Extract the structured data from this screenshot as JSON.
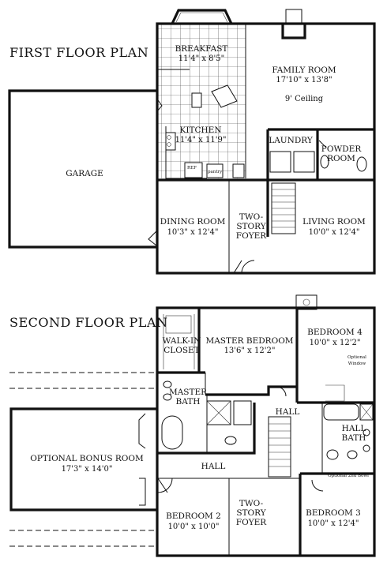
{
  "first_floor": {
    "title": "FIRST FLOOR PLAN",
    "breakfast": {
      "name": "BREAKFAST",
      "dims": "11'4\" x 8'5\""
    },
    "family_room": {
      "name": "FAMILY ROOM",
      "dims": "17'10\" x 13'8\"",
      "note": "9' Ceiling"
    },
    "kitchen": {
      "name": "KITCHEN",
      "dims": "11'4\" x 11'9\""
    },
    "laundry": {
      "name": "LAUNDRY"
    },
    "powder_room": {
      "name_line1": "POWDER",
      "name_line2": "ROOM"
    },
    "garage": {
      "name": "GARAGE"
    },
    "dining_room": {
      "name": "DINING ROOM",
      "dims": "10'3\" x 12'4\""
    },
    "foyer": {
      "line1": "TWO-",
      "line2": "STORY",
      "line3": "FOYER"
    },
    "living_room": {
      "name": "LIVING ROOM",
      "dims": "10'0\" x 12'4\""
    },
    "fixtures": {
      "ref": "REF",
      "pantry": "pantry"
    }
  },
  "second_floor": {
    "title": "SECOND FLOOR PLAN",
    "walk_in_closet": {
      "line1": "WALK-IN",
      "line2": "CLOSET"
    },
    "master_bedroom": {
      "name": "MASTER BEDROOM",
      "dims": "13'6\" x 12'2\""
    },
    "bedroom4": {
      "name": "BEDROOM 4",
      "dims": "10'0\" x 12'2\""
    },
    "optional_window": {
      "line1": "Optional",
      "line2": "Window"
    },
    "master_bath": {
      "line1": "MASTER",
      "line2": "BATH"
    },
    "hall_upper": {
      "name": "HALL"
    },
    "hall_bath": {
      "line1": "HALL",
      "line2": "BATH"
    },
    "bonus_room": {
      "name": "OPTIONAL BONUS ROOM",
      "dims": "17'3\" x 14'0\""
    },
    "hall_lower": {
      "name": "HALL"
    },
    "optional_2nd_bowl": "Optional 2nd Bowl",
    "bedroom2": {
      "name": "BEDROOM 2",
      "dims": "10'0\" x 10'0\""
    },
    "foyer": {
      "line1": "TWO-",
      "line2": "STORY",
      "line3": "FOYER"
    },
    "bedroom3": {
      "name": "BEDROOM 3",
      "dims": "10'0\" x 12'4\""
    }
  }
}
